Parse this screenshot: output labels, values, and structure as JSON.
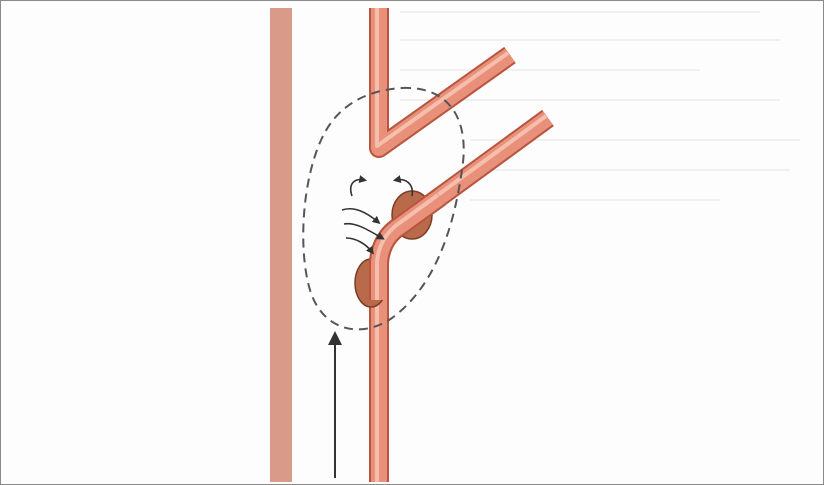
{
  "figure": {
    "colors": {
      "vessel_fill": "#e9907a",
      "vessel_highlight": "#f6c3b2",
      "vessel_outline": "#b8553f",
      "wall_band": "#d99a89",
      "plaque_fill": "#b86a4a",
      "plaque_outline": "#7a3e25",
      "dashed_region": "#555555",
      "arrow": "#333333",
      "flow_arrows": "#333333",
      "background": "#fdfdfd"
    },
    "elements": [
      {
        "name": "vertical-wall-band"
      },
      {
        "name": "bifurcating-artery"
      },
      {
        "name": "atherosclerotic-plaque-upper"
      },
      {
        "name": "atherosclerotic-plaque-lower"
      },
      {
        "name": "dashed-turbulent-region"
      },
      {
        "name": "flow-direction-arrow"
      },
      {
        "name": "turbulent-flow-arrows"
      }
    ]
  }
}
